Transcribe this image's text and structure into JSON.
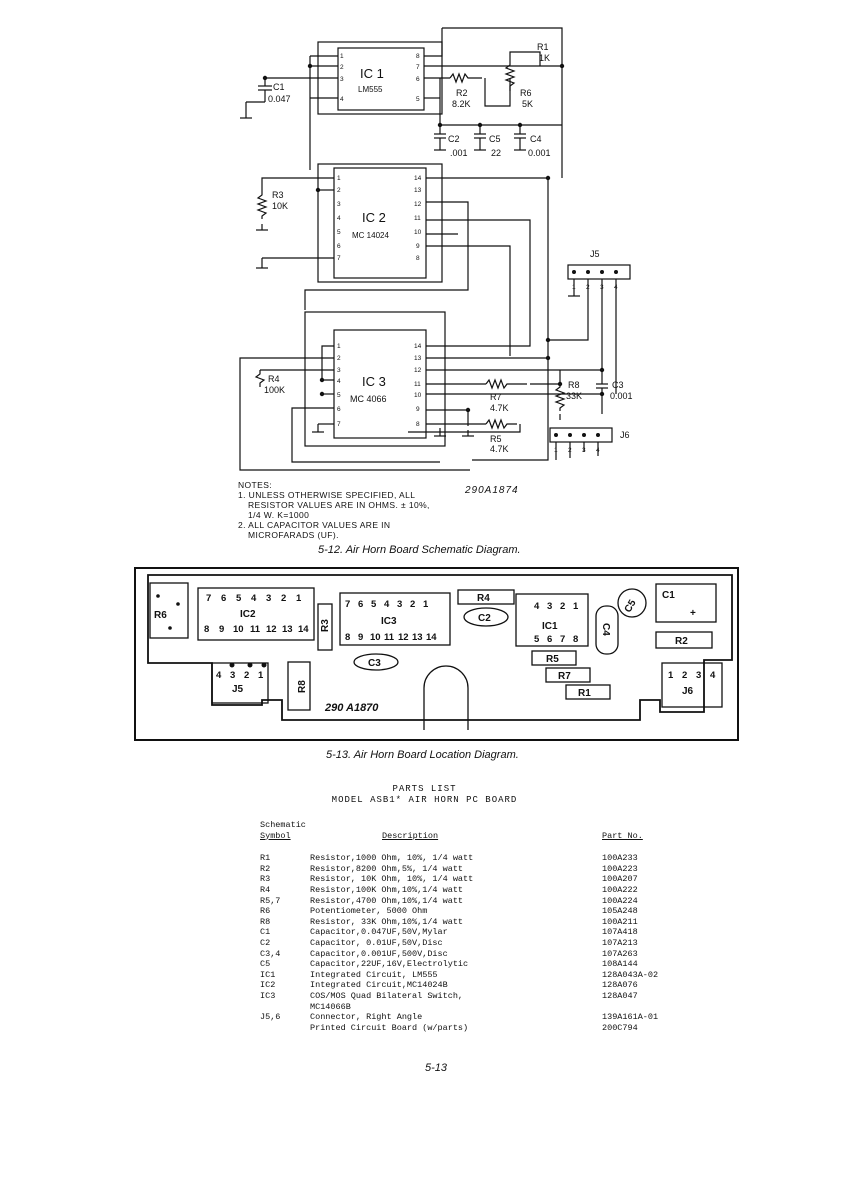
{
  "schematic": {
    "ic1": {
      "ref": "IC 1",
      "part": "LM555",
      "pins_left": [
        "1",
        "2",
        "3",
        "4"
      ],
      "pins_right": [
        "8",
        "7",
        "6",
        "5"
      ]
    },
    "ic2": {
      "ref": "IC 2",
      "part": "MC 14024",
      "pins_left": [
        "1",
        "2",
        "3",
        "4",
        "5",
        "6",
        "7"
      ],
      "pins_right": [
        "14",
        "13",
        "12",
        "11",
        "10",
        "9",
        "8"
      ]
    },
    "ic3": {
      "ref": "IC 3",
      "part": "MC 4066",
      "pins_left": [
        "1",
        "2",
        "3",
        "4",
        "5",
        "6",
        "7"
      ],
      "pins_right": [
        "14",
        "13",
        "12",
        "11",
        "10",
        "9",
        "8"
      ]
    },
    "components": {
      "r1": {
        "ref": "R1",
        "val": "1K"
      },
      "r2": {
        "ref": "R2",
        "val": "8.2K"
      },
      "r6": {
        "ref": "R6",
        "val": "5K"
      },
      "c1": {
        "ref": "C1",
        "val": "0.047"
      },
      "c2": {
        "ref": "C2",
        "val": ".001"
      },
      "c5": {
        "ref": "C5",
        "val": "22"
      },
      "c4": {
        "ref": "C4",
        "val": "0.001"
      },
      "r3": {
        "ref": "R3",
        "val": "10K"
      },
      "r4": {
        "ref": "R4",
        "val": "100K"
      },
      "r7": {
        "ref": "R7",
        "val": "4.7K"
      },
      "r5": {
        "ref": "R5",
        "val": "4.7K"
      },
      "r8": {
        "ref": "R8",
        "val": "33K"
      },
      "c3": {
        "ref": "C3",
        "val": "0.001"
      },
      "j5": {
        "ref": "J5",
        "pins": [
          "1",
          "2",
          "3",
          "4"
        ]
      },
      "j6": {
        "ref": "J6",
        "pins": [
          "1",
          "2",
          "3",
          "4"
        ]
      }
    },
    "drawing_no": "290A1874",
    "notes": {
      "heading": "NOTES:",
      "lines": [
        "1. UNLESS OTHERWISE SPECIFIED, ALL",
        "RESISTOR VALUES ARE IN OHMS. ± 10%,",
        "1/4 W.   K=1000",
        "2. ALL CAPACITOR VALUES ARE IN",
        "MICROFARADS (UF)."
      ]
    },
    "caption": "5-12.  Air Horn Board Schematic Diagram."
  },
  "board": {
    "labels": {
      "r6": "R6",
      "ic2": "IC2",
      "r3": "R3",
      "ic3": "IC3",
      "r4": "R4",
      "c2": "C2",
      "ic1": "IC1",
      "c5": "C5",
      "c4": "C4",
      "c1": "C1",
      "r2": "R2",
      "c3": "C3",
      "r5": "R5",
      "r7": "R7",
      "r1": "R1",
      "j5": "J5",
      "j6": "J6",
      "r8": "R8"
    },
    "ic2_top": [
      "7",
      "6",
      "5",
      "4",
      "3",
      "2",
      "1"
    ],
    "ic2_bot": [
      "8",
      "9",
      "10",
      "11",
      "12",
      "13",
      "14"
    ],
    "ic3_top": [
      "7",
      "6",
      "5",
      "4",
      "3",
      "2",
      "1"
    ],
    "ic3_bot": [
      "8",
      "9",
      "10",
      "11",
      "12",
      "13",
      "14"
    ],
    "ic1_top": [
      "4",
      "3",
      "2",
      "1"
    ],
    "ic1_bot": [
      "5",
      "6",
      "7",
      "8"
    ],
    "j5_pins": [
      "4",
      "3",
      "2",
      "1"
    ],
    "j6_pins": [
      "1",
      "2",
      "3",
      "4"
    ],
    "plus": "+",
    "drawing_no": "290 A1870",
    "caption": "5-13.  Air Horn Board Location Diagram."
  },
  "parts_list": {
    "title": "PARTS LIST",
    "subtitle": "MODEL ASB1* AIR HORN PC BOARD",
    "headers": {
      "symbol_1": "Schematic",
      "symbol_2": "Symbol",
      "desc": "Description",
      "part": "Part No."
    },
    "rows": [
      {
        "sym": "R1",
        "desc": "Resistor,1000 Ohm, 10%, 1/4 watt",
        "part": "100A233"
      },
      {
        "sym": "R2",
        "desc": "Resistor,8200 Ohm,5%, 1/4 watt",
        "part": "100A223"
      },
      {
        "sym": "R3",
        "desc": "Resistor, 10K Ohm, 10%, 1/4 watt",
        "part": "100A207"
      },
      {
        "sym": "R4",
        "desc": "Resistor,100K Ohm,10%,1/4 watt",
        "part": "100A222"
      },
      {
        "sym": "R5,7",
        "desc": "Resistor,4700 Ohm,10%,1/4 watt",
        "part": "100A224"
      },
      {
        "sym": "R6",
        "desc": "Potentiometer, 5000 Ohm",
        "part": "105A248"
      },
      {
        "sym": "R8",
        "desc": "Resistor, 33K Ohm,10%,1/4 watt",
        "part": "100A211"
      },
      {
        "sym": "C1",
        "desc": "Capacitor,0.047UF,50V,Mylar",
        "part": "107A418"
      },
      {
        "sym": "C2",
        "desc": "Capacitor, 0.01UF,50V,Disc",
        "part": "107A213"
      },
      {
        "sym": "C3,4",
        "desc": "Capacitor,0.001UF,500V,Disc",
        "part": "107A263"
      },
      {
        "sym": "C5",
        "desc": "Capacitor,22UF,16V,Electrolytic",
        "part": "108A144"
      },
      {
        "sym": "IC1",
        "desc": "Integrated Circuit, LM555",
        "part": "128A043A-02"
      },
      {
        "sym": "IC2",
        "desc": "Integrated Circuit,MC14024B",
        "part": "128A076"
      },
      {
        "sym": "IC3",
        "desc": "COS/MOS Quad Bilateral Switch,",
        "part": "128A047"
      },
      {
        "sym": "",
        "desc": "MC14066B",
        "part": ""
      },
      {
        "sym": "J5,6",
        "desc": "Connector, Right Angle",
        "part": "139A161A-01"
      },
      {
        "sym": "",
        "desc": "Printed Circuit Board (w/parts)",
        "part": "200C794"
      }
    ]
  },
  "page_number": "5-13"
}
